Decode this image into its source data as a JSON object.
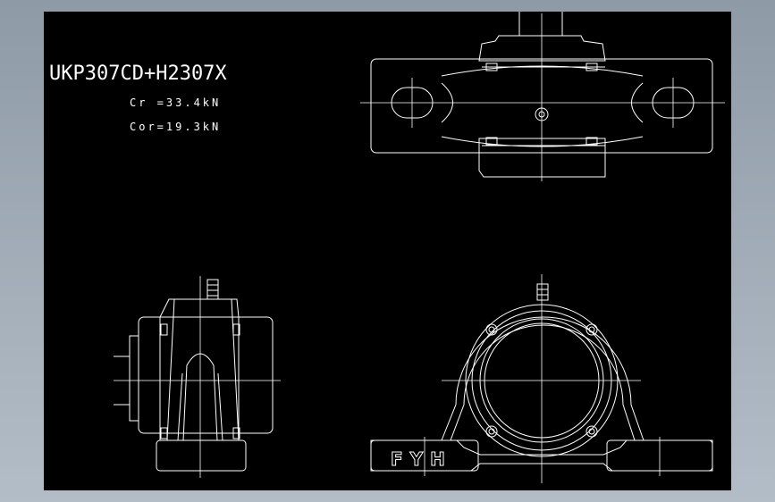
{
  "drawing": {
    "model": "UKP307CD+H2307X",
    "load_cr": "Cr =33.4kN",
    "load_cor": "Cor=19.3kN",
    "housing_mark": "FYH"
  },
  "colors": {
    "viewport_bg": "#000000",
    "line": "#ffffff",
    "frame_bg": "#9aa6b2"
  }
}
